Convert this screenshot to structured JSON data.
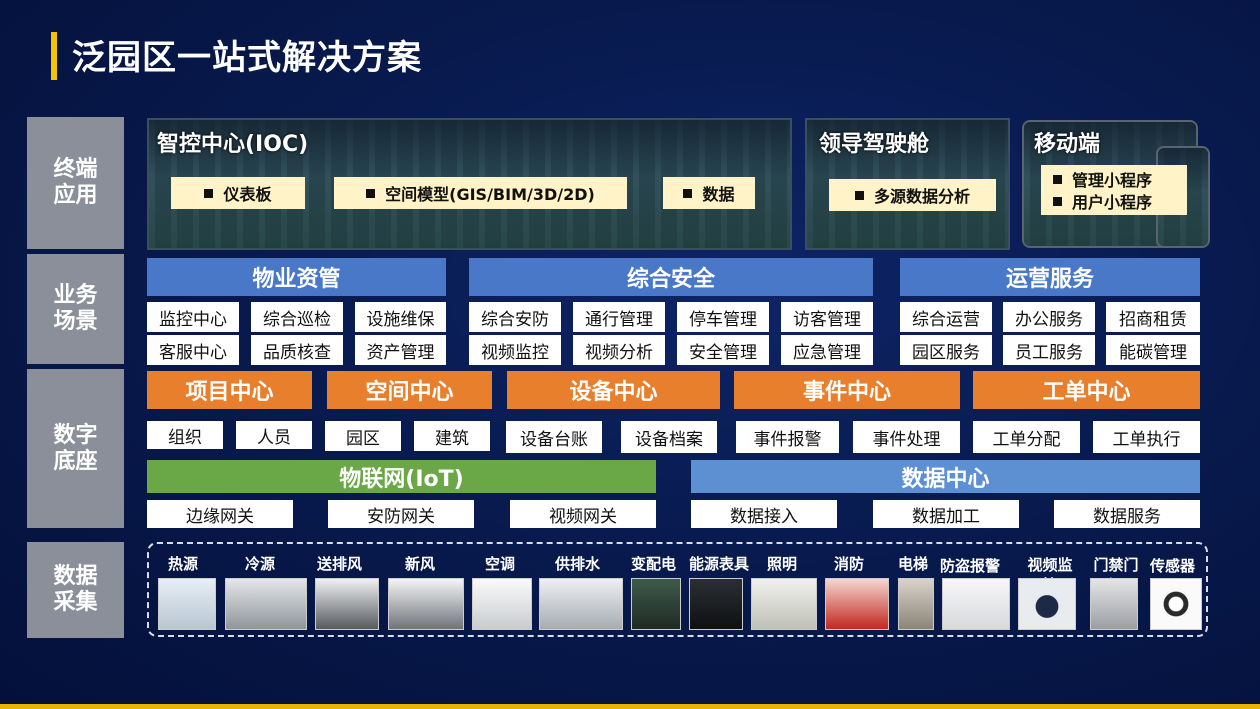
{
  "title": "泛园区一站式解决方案",
  "layers": {
    "terminal": "终端\n应用",
    "business": "业务\n场景",
    "digital": "数字\n底座",
    "collect": "数据\n采集"
  },
  "terminal": {
    "ioc_title": "智控中心(IOC)",
    "ioc_tags": [
      "仪表板",
      "空间模型(GIS/BIM/3D/2D)",
      "数据"
    ],
    "cockpit_title": "领导驾驶舱",
    "cockpit_tag": "多源数据分析",
    "mobile_title": "移动端",
    "mobile_tags": [
      "管理小程序",
      "用户小程序"
    ]
  },
  "business": {
    "groups": [
      {
        "title": "物业资管",
        "items": [
          "监控中心",
          "综合巡检",
          "设施维保",
          "客服中心",
          "品质核查",
          "资产管理"
        ]
      },
      {
        "title": "综合安全",
        "items": [
          "综合安防",
          "通行管理",
          "停车管理",
          "访客管理",
          "视频监控",
          "视频分析",
          "安全管理",
          "应急管理"
        ]
      },
      {
        "title": "运营服务",
        "items": [
          "综合运营",
          "办公服务",
          "招商租赁",
          "园区服务",
          "员工服务",
          "能碳管理"
        ]
      }
    ]
  },
  "digital": {
    "centers": [
      {
        "title": "项目中心",
        "items": [
          "组织",
          "人员"
        ]
      },
      {
        "title": "空间中心",
        "items": [
          "园区",
          "建筑"
        ]
      },
      {
        "title": "设备中心",
        "items": [
          "设备台账",
          "设备档案"
        ]
      },
      {
        "title": "事件中心",
        "items": [
          "事件报警",
          "事件处理"
        ]
      },
      {
        "title": "工单中心",
        "items": [
          "工单分配",
          "工单执行"
        ]
      }
    ],
    "iot": {
      "title": "物联网(IoT)",
      "items": [
        "边缘网关",
        "安防网关",
        "视频网关"
      ]
    },
    "datacenter": {
      "title": "数据中心",
      "items": [
        "数据接入",
        "数据加工",
        "数据服务"
      ]
    }
  },
  "collect": {
    "devices": [
      "热源",
      "冷源",
      "送排风",
      "新风",
      "空调",
      "供排水",
      "变配电",
      "能源表具",
      "照明",
      "消防",
      "电梯",
      "防盗报警",
      "视频监控",
      "门禁门闸",
      "传感器"
    ]
  },
  "colors": {
    "accent": "#f5c400",
    "blue": "#4a78c8",
    "orange": "#e87f2c",
    "green": "#6aa746"
  }
}
